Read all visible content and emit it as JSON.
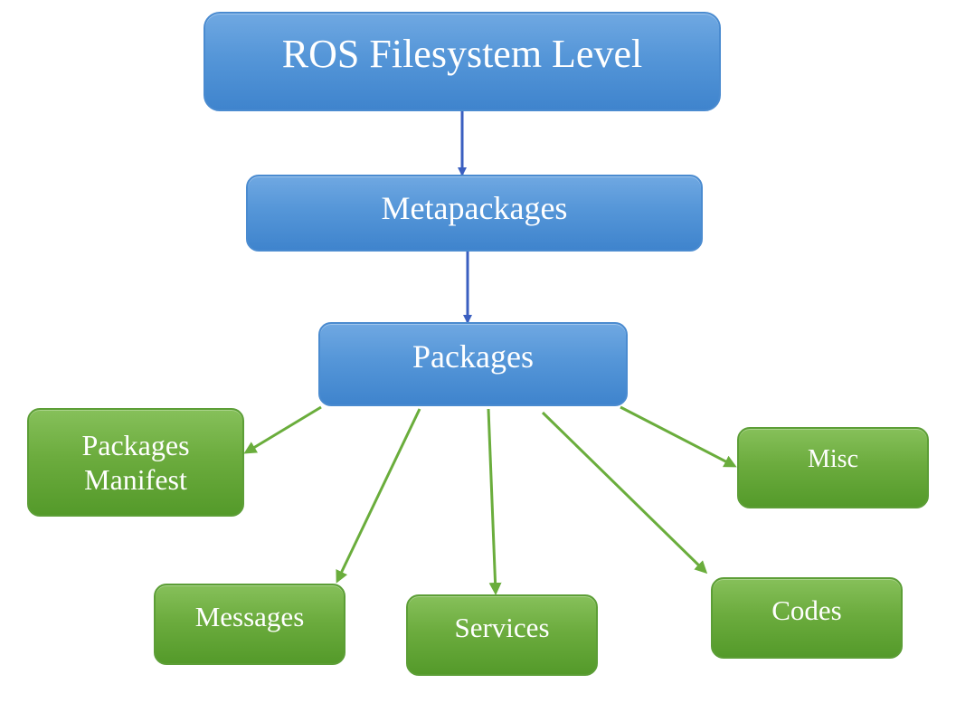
{
  "nodes": {
    "root": {
      "label": "ROS Filesystem Level"
    },
    "metapackages": {
      "label": "Metapackages"
    },
    "packages": {
      "label": "Packages"
    },
    "packages_manifest": {
      "label_line1": "Packages",
      "label_line2": "Manifest"
    },
    "misc": {
      "label": "Misc"
    },
    "messages": {
      "label": "Messages"
    },
    "services": {
      "label": "Services"
    },
    "codes": {
      "label": "Codes"
    }
  },
  "edges": [
    {
      "from": "root",
      "to": "metapackages"
    },
    {
      "from": "metapackages",
      "to": "packages"
    },
    {
      "from": "packages",
      "to": "packages_manifest"
    },
    {
      "from": "packages",
      "to": "messages"
    },
    {
      "from": "packages",
      "to": "services"
    },
    {
      "from": "packages",
      "to": "codes"
    },
    {
      "from": "packages",
      "to": "misc"
    }
  ],
  "colors": {
    "level_node": "#5596d8",
    "content_node": "#6cac3e",
    "level_arrow": "#3a5fc0",
    "content_arrow": "#6aad3c",
    "node_text": "#ffffff"
  }
}
